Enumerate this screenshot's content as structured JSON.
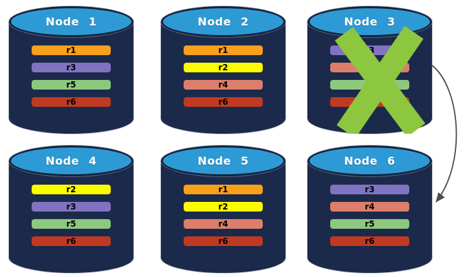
{
  "diagram": {
    "background_color": "#ffffff",
    "cylinder": {
      "top_fill": "#2E9AD5",
      "top_border": "#14233F",
      "body_fill": "#1B2A4B",
      "title_color": "#ffffff"
    },
    "replica_palette": {
      "r1": "#F9A01B",
      "r2": "#FCFC00",
      "r3": "#8173C2",
      "r4": "#DD7E6B",
      "r5": "#8DC87E",
      "r6": "#C03A21"
    },
    "nodes": [
      {
        "id": "node-1",
        "title": "Node 1",
        "replicas": [
          "r1",
          "r3",
          "r5",
          "r6"
        ],
        "failed": false
      },
      {
        "id": "node-2",
        "title": "Node 2",
        "replicas": [
          "r1",
          "r2",
          "r4",
          "r6"
        ],
        "failed": false
      },
      {
        "id": "node-3",
        "title": "Node 3",
        "replicas": [
          "r3",
          "r4",
          "r5",
          "r6"
        ],
        "failed": true
      },
      {
        "id": "node-4",
        "title": "Node 4",
        "replicas": [
          "r2",
          "r3",
          "r5",
          "r6"
        ],
        "failed": false
      },
      {
        "id": "node-5",
        "title": "Node 5",
        "replicas": [
          "r1",
          "r2",
          "r4",
          "r6"
        ],
        "failed": false
      },
      {
        "id": "node-6",
        "title": "Node 6",
        "replicas": [
          "r3",
          "r4",
          "r5",
          "r6"
        ],
        "failed": false
      }
    ],
    "failure_mark": {
      "node": "node-3",
      "shape": "X",
      "color": "#8DC63F"
    },
    "arrow": {
      "from": "node-3",
      "to": "node-6",
      "color": "#4d4d4d"
    }
  }
}
